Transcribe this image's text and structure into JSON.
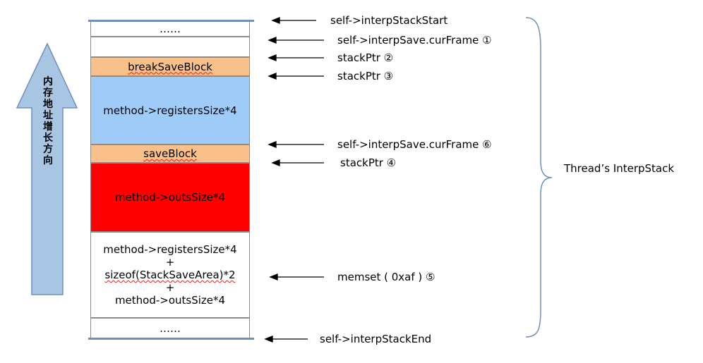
{
  "stack_blocks": {
    "top_ellipsis": "……",
    "empty": "",
    "break_save_block": "breakSaveBlock",
    "registers": "method->registersSize*4",
    "save_block": "saveBlock",
    "outs": "method->outsSize*4",
    "memset_area": {
      "line1": "method->registersSize*4",
      "plus1": "+",
      "line2": "sizeof(StackSaveArea)*2",
      "plus2": "+",
      "line3": "method->outsSize*4"
    },
    "bottom_ellipsis": "……"
  },
  "pointers": {
    "stack_start": "self->interpStackStart",
    "cur_frame_1": "self->interpSave.curFrame ①",
    "stack_ptr_2": "stackPtr ②",
    "stack_ptr_3": "stackPtr ③",
    "cur_frame_6": "self->interpSave.curFrame ⑥",
    "stack_ptr_4": "stackPtr ④",
    "memset_5": "memset ( 0xaf ) ⑤",
    "stack_end": "self->interpStackEnd"
  },
  "growth_arrow_label": "内存地址增长方向",
  "brace_label": "Thread’s InterpStack",
  "colors": {
    "save_block": "#f9c08a",
    "registers": "#9fcbf9",
    "outs": "#fe0000",
    "arrow_fill": "#a9c5e4",
    "arrow_stroke": "#6f8fbb",
    "brace": "#6f8fbb"
  }
}
